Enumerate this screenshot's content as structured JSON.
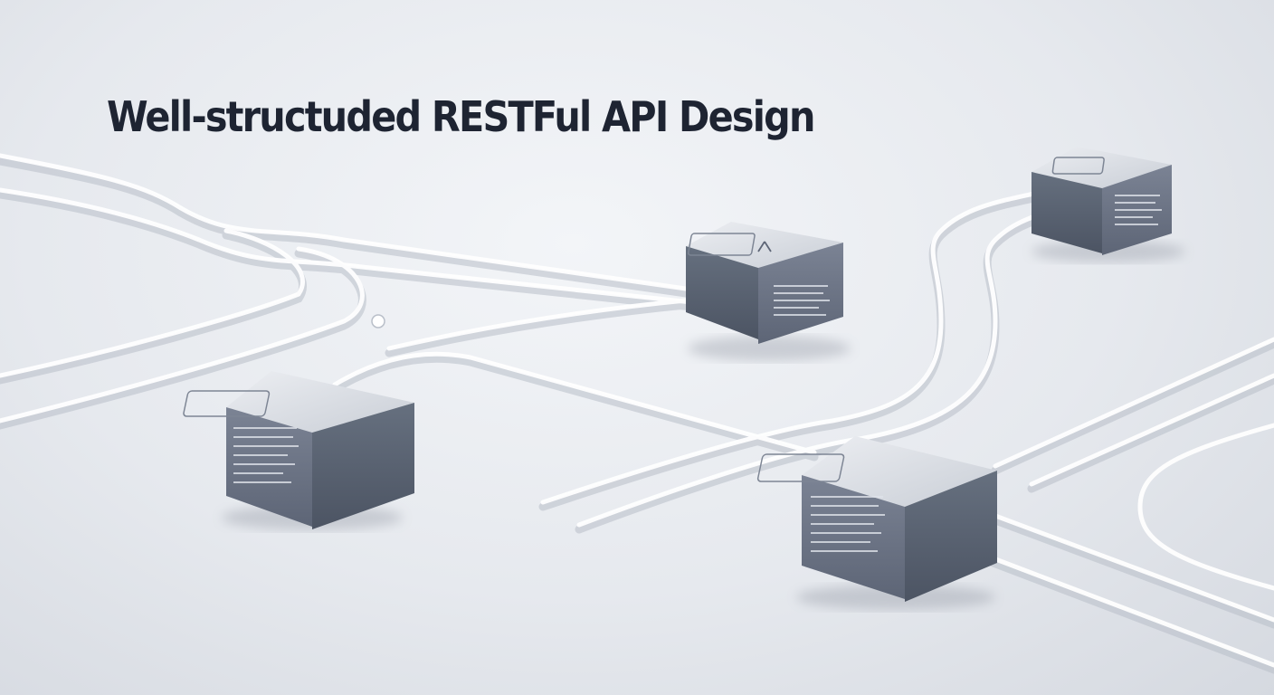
{
  "title": "Well-structuded RESTFul API Design",
  "colors": {
    "background": "#e8ebef",
    "title": "#1e2432",
    "cube_front": "#6b7384",
    "cube_side": "#535b6b",
    "cube_top": "#d4d8df",
    "pipe": "#ffffff"
  },
  "cubes": [
    {
      "id": "cube-left",
      "icon": "document-icon"
    },
    {
      "id": "cube-middle",
      "icon": "arrow-icon"
    },
    {
      "id": "cube-right-top",
      "icon": "square-icon"
    },
    {
      "id": "cube-bottom",
      "icon": "bracket-icon"
    }
  ]
}
